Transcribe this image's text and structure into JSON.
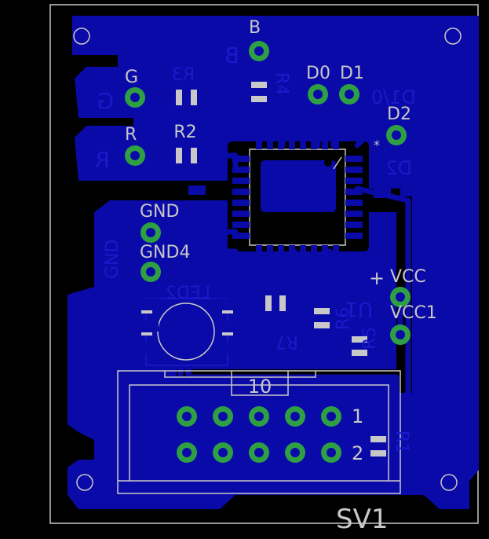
{
  "board": {
    "colors": {
      "background": "#000000",
      "copper": "#0a0aa8",
      "copper_dark": "#06068a",
      "silk": "#c8c8c8",
      "pad": "#2ea043"
    },
    "labels": {
      "pin_b": "B",
      "pin_g": "G",
      "pin_r": "R",
      "pin_d0": "D0",
      "pin_d1": "D1",
      "pin_d2": "D2",
      "pin_gnd": "GND",
      "pin_gnd4": "GND4",
      "pin_vcc": "VCC",
      "pin_vcc1": "VCC1",
      "r2": "R2",
      "r3": "R3",
      "r4": "R4",
      "r5": "R5",
      "r6": "R6",
      "r7": "R7",
      "led": "LED2",
      "ic_marker": "*",
      "plus": "+",
      "conn_pin1": "1",
      "conn_pin2": "2",
      "conn_pin10": "10",
      "connector": "SV1",
      "rb": "B",
      "rg": "G",
      "rr": "R",
      "rgnd": "GND",
      "rd10": "D1/0",
      "rd2": "D2",
      "r1": "R1",
      "u1": "U1"
    }
  }
}
